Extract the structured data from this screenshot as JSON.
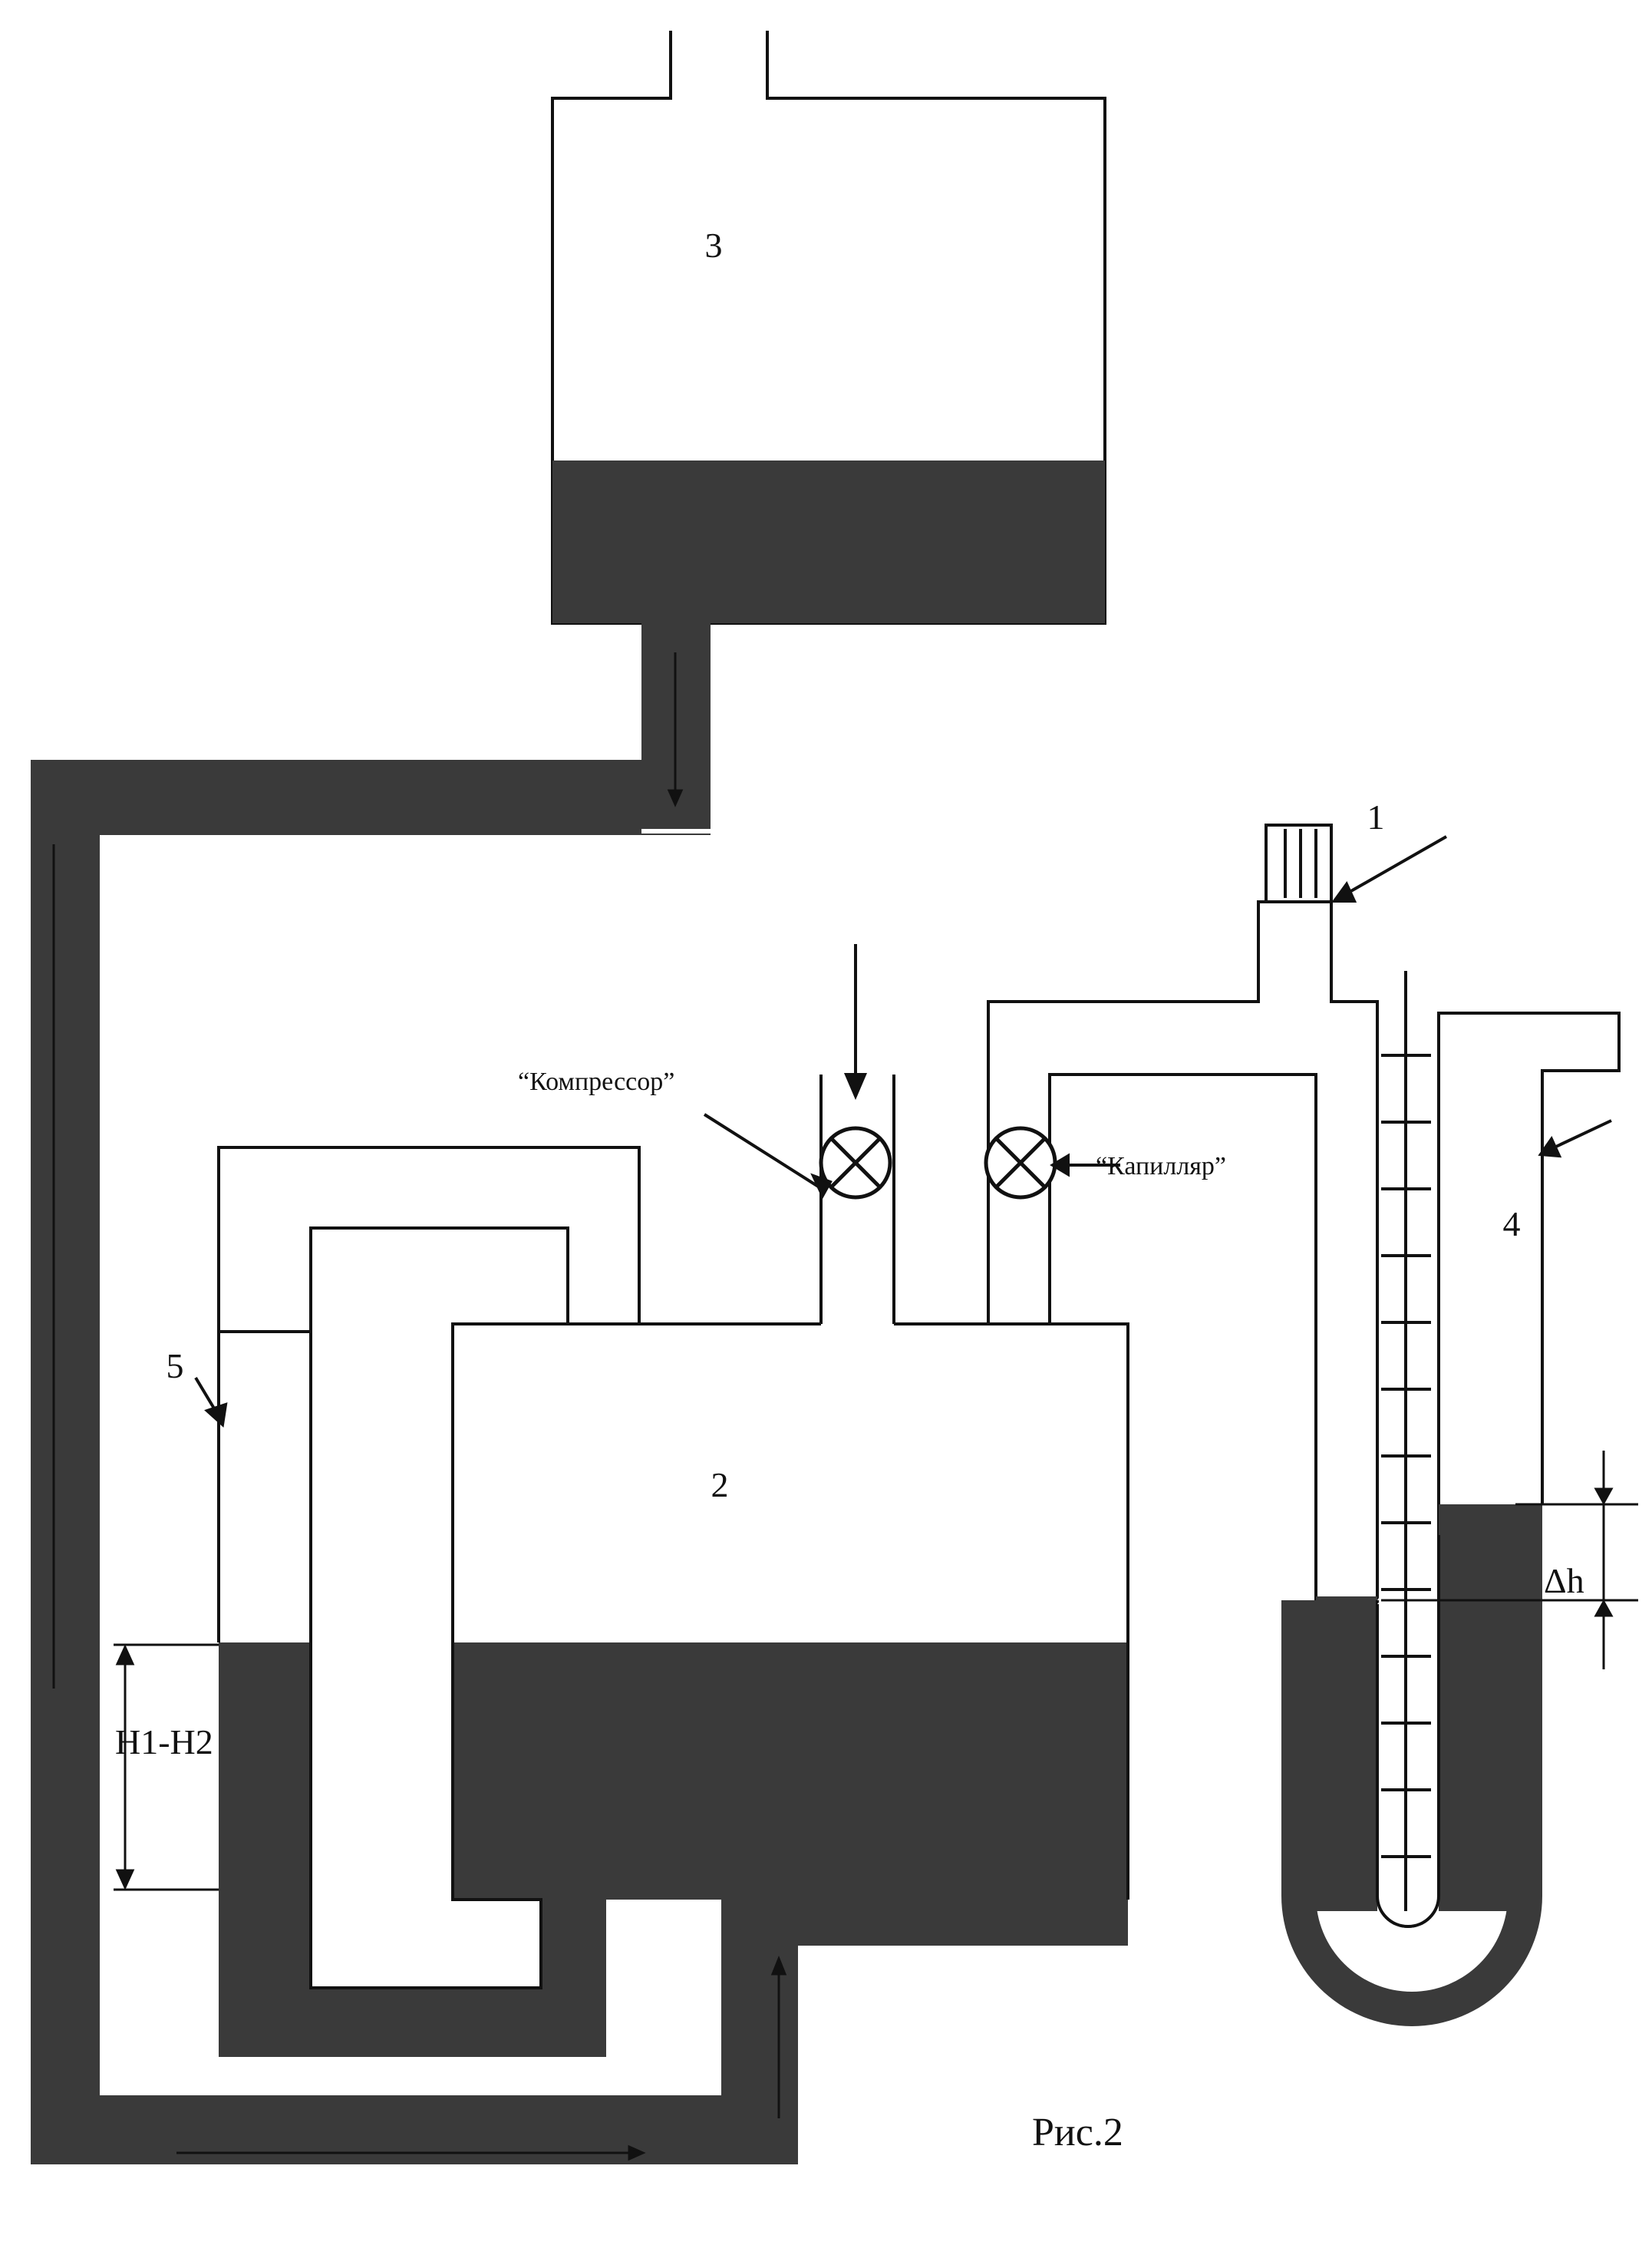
{
  "labels": {
    "vessel_3": "3",
    "vessel_2": "2",
    "part_1": "1",
    "part_4": "4",
    "part_5": "5",
    "compressor": "“Компрессор”",
    "capillary": "“Капилляр”",
    "level_difference": "H1-H2",
    "delta_h": "Δh",
    "caption": "Рис.2"
  },
  "colors": {
    "liquid": "#3a3a3a",
    "line": "#111111",
    "background": "#ffffff"
  },
  "icons": {
    "valve": "valve-crossed-circle-icon"
  }
}
